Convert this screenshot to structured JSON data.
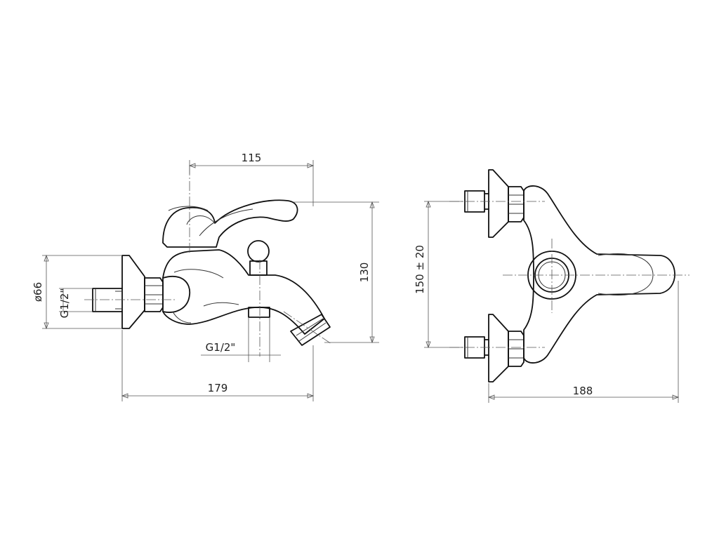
{
  "dimensions": {
    "top_width": "115",
    "height": "130",
    "inlet_diameter": "ø66",
    "inlet_thread": "G1/2\"",
    "outlet_thread": "G1/2\"",
    "overall_depth": "179",
    "center_distance": "150 ± 20",
    "overall_width": "188"
  }
}
